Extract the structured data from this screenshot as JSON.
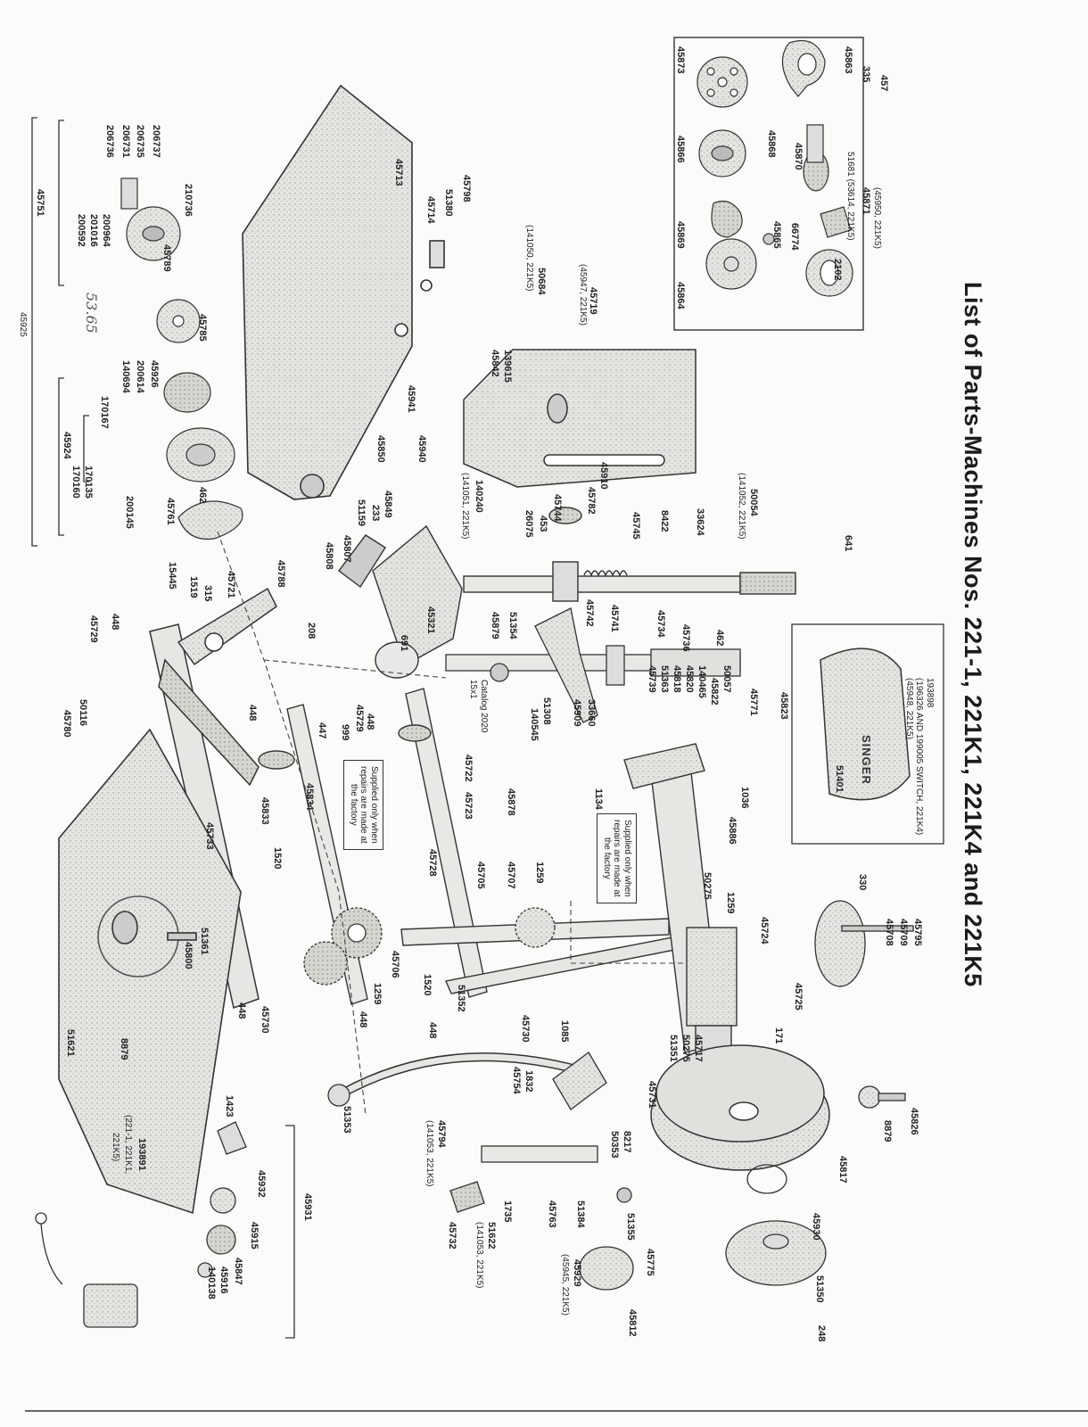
{
  "title": "List of Parts-Machines Nos. 221-1, 221K1, 221K4 and 221K5",
  "handwritten_note": "53.65",
  "brand_on_cover": "SINGER",
  "callouts": {
    "notes": [
      "Supplied only when\nrepairs are made at\nthe factory",
      "Supplied only when\nrepairs are made at\nthe factory"
    ],
    "switch_note": "193898\n(196326 AND 199005 SWITCH, 221K4)\n(45948, 221K5)",
    "catalog_note": "Catalog 2020\n15x1"
  },
  "parts": {
    "p45863": "45863",
    "p335": "335",
    "p457": "457",
    "p45873": "45873",
    "p45871": "45871",
    "p45871b": "(45950, 221K5)",
    "p51681": "51681 (53614, 221K5)",
    "p45870": "45870",
    "p45868": "45868",
    "p45866": "45866",
    "p66774": "66774",
    "p45865": "45865",
    "p2102": "2102",
    "p45869": "45869",
    "p45864": "45864",
    "p45719": "45719",
    "p45719b": "(45947, 221K5)",
    "p50684": "50684",
    "p50684b": "(141050, 221K5)",
    "p139615": "139615",
    "p45842": "45842",
    "p45798": "45798",
    "p51380": "51380",
    "p45714": "45714",
    "p45713": "45713",
    "p206737": "206737",
    "p206735": "206735",
    "p206731": "206731",
    "p206736": "206736",
    "p210736": "210736",
    "p200964": "200964",
    "p201016": "201016",
    "p200592": "200592",
    "p45789": "45789",
    "p45751": "45751",
    "p45785": "45785",
    "p45925": "45925",
    "p45926": "45926",
    "p200614": "200614",
    "p140694": "140694",
    "p170167": "170167",
    "p462a": "462",
    "p170135": "170135",
    "p170160": "170160",
    "p45761": "45761",
    "p200145": "200145",
    "p45924": "45924",
    "p45941": "45941",
    "p45940": "45940",
    "p45850": "45850",
    "p45849": "45849",
    "p233": "233",
    "p51159": "51159",
    "p45807": "45807",
    "p45808": "45808",
    "p140240": "140240",
    "p140240b": "(141051, 221K5)",
    "p45910": "45910",
    "p45782": "45782",
    "p45744": "45744",
    "p453": "453",
    "p26075": "26075",
    "p45745": "45745",
    "p8422": "8422",
    "p33624": "33624",
    "p50054": "50054",
    "p50054b": "(141052, 221K5)",
    "p641": "641",
    "p15445": "15445",
    "p1519": "1519",
    "p315": "315",
    "p45721": "45721",
    "p45788": "45788",
    "p208": "208",
    "p45321": "45321",
    "p691": "691",
    "p45742": "45742",
    "p45741": "45741",
    "p45734": "45734",
    "p45736": "45736",
    "p462b": "462",
    "p448a": "448",
    "p45729a": "45729",
    "p45879": "45879",
    "p51354": "51354",
    "p51308": "51308",
    "p140545": "140545",
    "p33660": "33660",
    "p45909": "45909",
    "p45739": "45739",
    "p51363": "51363",
    "p45818": "45818",
    "p45820": "45820",
    "p140465": "140465",
    "p45822": "45822",
    "p50057": "50057",
    "p45771": "45771",
    "p45823": "45823",
    "p51401": "51401",
    "p50116": "50116",
    "p45780": "45780",
    "p448b": "448",
    "p447": "447",
    "p999": "999",
    "p45729b": "45729",
    "p448c": "448",
    "p45722": "45722",
    "p45723": "45723",
    "p45878": "45878",
    "p1134": "1134",
    "p1036": "1036",
    "p45886": "45886",
    "p45833": "45833",
    "p45834": "45834",
    "p45733": "45733",
    "p1520a": "1520",
    "p45728": "45728",
    "p45705": "45705",
    "p45707": "45707",
    "p1259a": "1259",
    "p50275a": "50275",
    "p1259b": "1259",
    "p45724": "45724",
    "p330": "330",
    "p45795": "45795",
    "p45709": "45709",
    "p45708": "45708",
    "p45725": "45725",
    "p51361": "51361",
    "p45800": "45800",
    "p448d": "448",
    "p45730a": "45730",
    "p45706": "45706",
    "p1259c": "1259",
    "p448e": "448",
    "p1520b": "1520",
    "p51352": "51352",
    "p448f": "448",
    "p45730b": "45730",
    "p1085": "1085",
    "p171": "171",
    "p45717": "45717",
    "p50275b": "50275",
    "p51351": "51351",
    "p51621": "51621",
    "p8879a": "8879",
    "p1832": "1832",
    "p45754": "45754",
    "p45731": "45731",
    "p8217": "8217",
    "p50353": "50353",
    "p8879b": "8879",
    "p45826": "45826",
    "p45817": "45817",
    "p51353": "51353",
    "p1423": "1423",
    "p45932": "45932",
    "p45931": "45931",
    "p193891": "193891",
    "p193891b": "(221-1, 221K1,",
    "p193891c": "221K5)",
    "p45915": "45915",
    "p45847": "45847",
    "p45916": "45916",
    "p140138": "140138",
    "p45794": "45794",
    "p45794b": "(141053, 221K5)",
    "p1735": "1735",
    "p51622": "51622",
    "p51622b": "(141053, 221K5)",
    "p45732": "45732",
    "p45763": "45763",
    "p51384": "51384",
    "p51355": "51355",
    "p45775": "45775",
    "p45929": "45929",
    "p45929b": "(45945, 221K5)",
    "p45812": "45812",
    "p45930": "45930",
    "p51350": "51350",
    "p248": "248"
  }
}
